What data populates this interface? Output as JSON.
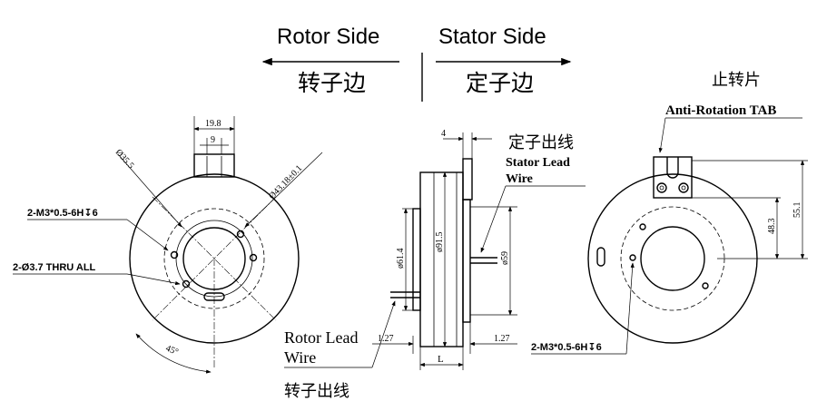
{
  "header": {
    "rotor_side": "Rotor Side",
    "stator_side": "Stator Side",
    "rotor_side_cn": "转子边",
    "stator_side_cn": "定子边"
  },
  "rotor_view": {
    "dim_19_8": "19.8",
    "dim_9": "9",
    "dim_35_5": "Ø35.5",
    "dim_43_18": "Ø43.18±0.1",
    "label_m3": "2-M3*0.5-6H↧6",
    "label_thru": "2-Ø3.7 THRU ALL",
    "dim_45": "45°"
  },
  "side_view": {
    "dim_4": "4",
    "stator_lead_cn": "定子出线",
    "stator_lead_line1": "Stator Lead",
    "stator_lead_line2": "Wire",
    "dim_91_5": "ø91.5",
    "dim_61_4": "ø61.4",
    "dim_59": "ø59",
    "rotor_lead_line1": "Rotor Lead",
    "rotor_lead_line2": "Wire",
    "dim_1_27_left": "1.27",
    "dim_1_27_right": "1.27",
    "dim_L": "L",
    "rotor_lead_cn": "转子出线"
  },
  "stator_view": {
    "tab_cn": "止转片",
    "tab_label": "Anti-Rotation TAB",
    "dim_48_3": "48.3",
    "dim_55_1": "55.1",
    "label_m3": "2-M3*0.5-6H↧6"
  }
}
